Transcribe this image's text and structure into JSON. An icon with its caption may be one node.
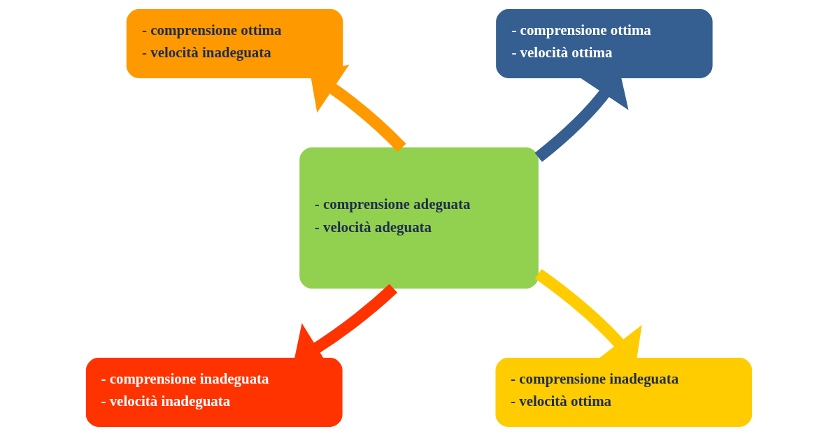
{
  "diagram": {
    "nodes": [
      {
        "text": [
          "- comprensione adeguata",
          "- velocità adeguata"
        ]
      },
      {
        "text": [
          "- comprensione ottima",
          "- velocità inadeguata"
        ]
      },
      {
        "text": [
          "- comprensione ottima",
          "- velocità ottima"
        ]
      },
      {
        "text": [
          "- comprensione inadeguata",
          "- velocità inadeguata"
        ]
      },
      {
        "text": [
          "- comprensione inadeguata",
          "- velocità ottima"
        ]
      }
    ],
    "edges": [
      {
        "from": 0,
        "to": 1,
        "arrow": "to",
        "color": "#ff9900"
      },
      {
        "from": 0,
        "to": 2,
        "arrow": "to",
        "color": "#365f91"
      },
      {
        "from": 0,
        "to": 3,
        "arrow": "to",
        "color": "#ff3300"
      },
      {
        "from": 0,
        "to": 4,
        "arrow": "to",
        "color": "#ffcc00"
      }
    ]
  }
}
